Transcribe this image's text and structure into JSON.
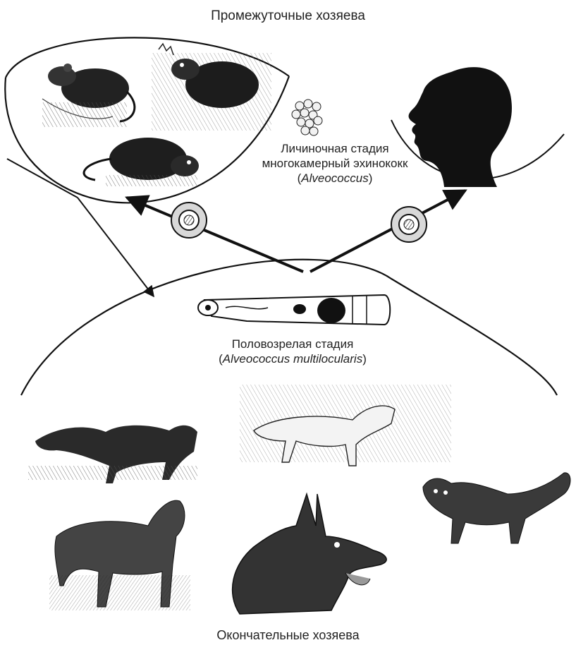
{
  "diagram": {
    "title_intermediate": "Промежуточные хозяева",
    "title_definitive": "Окончательные хозяева",
    "larval_stage": {
      "line1": "Личиночная стадия",
      "line2": "многокамерный эхинококк",
      "genus_open": "(",
      "genus": "Alveococcus",
      "genus_close": ")"
    },
    "adult_stage": {
      "line1": "Половозрелая стадия",
      "species_open": "(",
      "species": "Alveococcus multilocularis",
      "species_close": ")"
    },
    "icons": [
      "rodent-icon",
      "vole-icon",
      "rat-icon",
      "egg-cluster-icon",
      "human-head-icon",
      "egg-icon",
      "tapeworm-icon",
      "fox-icon",
      "arctic-fox-icon",
      "wolf-icon",
      "dog-icon",
      "cat-icon"
    ]
  }
}
